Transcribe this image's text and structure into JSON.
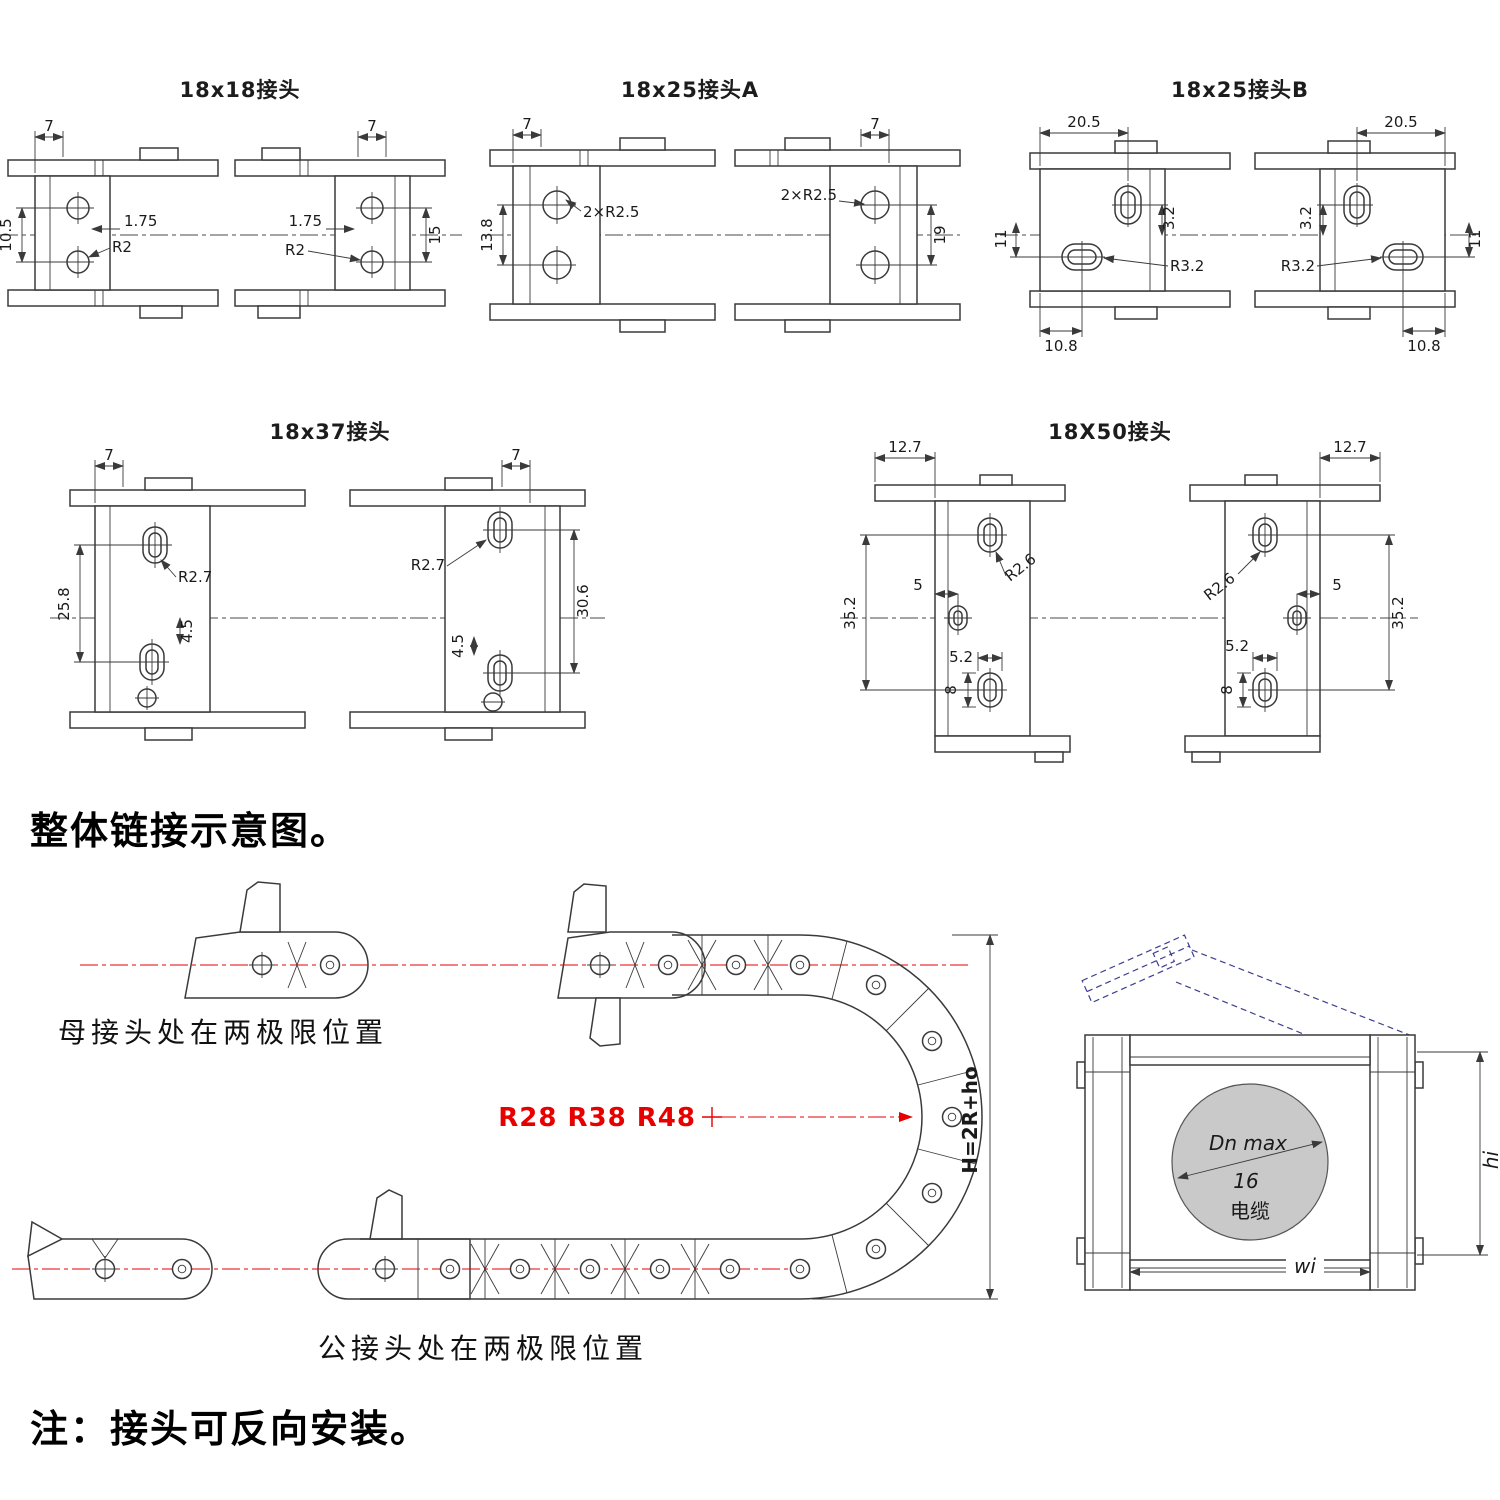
{
  "connectors": {
    "c18x18": {
      "title": "18x18接头",
      "dims": {
        "w7l": "7",
        "w7r": "7",
        "h105": "10.5",
        "o175l": "1.75",
        "o175r": "1.75",
        "r2l": "R2",
        "r2r": "R2",
        "h15": "15"
      }
    },
    "c18x25a": {
      "title": "18x25接头A",
      "dims": {
        "w7l": "7",
        "w7r": "7",
        "h138": "13.8",
        "r25l": "2×R2.5",
        "r25r": "2×R2.5",
        "h19": "19"
      }
    },
    "c18x25b": {
      "title": "18x25接头B",
      "dims": {
        "w205l": "20.5",
        "w205r": "20.5",
        "o32l": "3.2",
        "o32r": "3.2",
        "h11l": "11",
        "h11r": "11",
        "r32l": "R3.2",
        "r32r": "R3.2",
        "b108l": "10.8",
        "b108r": "10.8"
      }
    },
    "c18x37": {
      "title": "18x37接头",
      "dims": {
        "w7l": "7",
        "w7r": "7",
        "h258": "25.8",
        "r27l": "R2.7",
        "r27r": "R2.7",
        "o45l": "4.5",
        "o45r": "4.5",
        "h306": "30.6"
      }
    },
    "c18x50": {
      "title": "18X50接头",
      "dims": {
        "w127l": "12.7",
        "w127r": "12.7",
        "h352l": "35.2",
        "h352r": "35.2",
        "o5l": "5",
        "o5r": "5",
        "r26l": "R2.6",
        "r26r": "R2.6",
        "o52l": "5.2",
        "o52r": "5.2",
        "o8l": "8",
        "o8r": "8"
      }
    }
  },
  "assembly": {
    "heading": "整体链接示意图。",
    "female_label": "母接头处在两极限位置",
    "male_label": "公接头处在两极限位置",
    "radius_note": "R28 R38 R48",
    "height_formula": "H=2R+ho"
  },
  "section": {
    "dn_label": "Dn max",
    "dn_value": "16",
    "cable_label": "电缆",
    "width_label": "wi",
    "height_label": "hi"
  },
  "footnote": "注：接头可反向安装。",
  "colors": {
    "line": "#3a3a3a",
    "red": "#e60000",
    "blue": "#3d3f8f",
    "circle_fill": "#c9c9c9"
  }
}
